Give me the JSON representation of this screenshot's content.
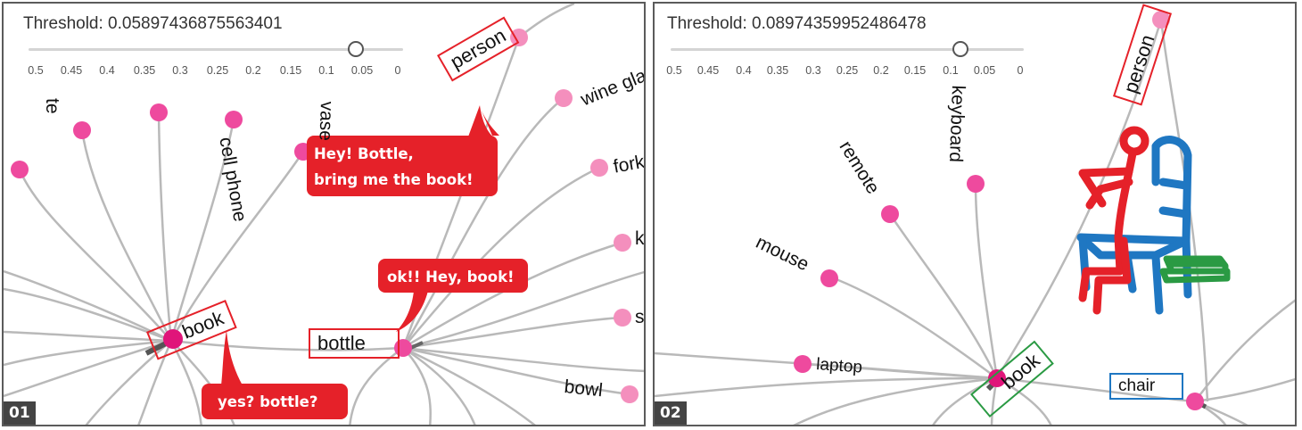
{
  "panels": [
    {
      "number": "01",
      "threshold_text": "Threshold: 0.05897436875563401",
      "ticks": [
        "0.5",
        "0.45",
        "0.4",
        "0.35",
        "0.3",
        "0.25",
        "0.2",
        "0.15",
        "0.1",
        "0.05",
        "0"
      ],
      "labels": {
        "te": "te",
        "cell_phone": "cell phone",
        "vase": "vase",
        "wine_glass": "wine gla",
        "fork": "fork",
        "k": "k",
        "s": "s",
        "bowl": "bowl"
      },
      "boxes": {
        "person": "person",
        "book": "book",
        "bottle": "bottle"
      },
      "bubbles": {
        "bubble1_line1": "Hey! Bottle,",
        "bubble1_line2": "bring me the book!",
        "bubble2": "ok!! Hey, book!",
        "bubble3": "yes? bottle?"
      }
    },
    {
      "number": "02",
      "threshold_text": "Threshold: 0.08974359952486478",
      "ticks": [
        "0.5",
        "0.45",
        "0.4",
        "0.35",
        "0.3",
        "0.25",
        "0.2",
        "0.15",
        "0.1",
        "0.05",
        "0"
      ],
      "labels": {
        "keyboard": "keyboard",
        "remote": "remote",
        "mouse": "mouse",
        "laptop": "laptop"
      },
      "boxes": {
        "person": "person",
        "book": "book",
        "chair": "chair"
      }
    }
  ],
  "colors": {
    "node": "#ee4a9e",
    "node_dark": "#e0157a",
    "edge": "#b9b9b9",
    "red": "#e52129",
    "blue": "#1f77c2",
    "green": "#2a9a43"
  }
}
